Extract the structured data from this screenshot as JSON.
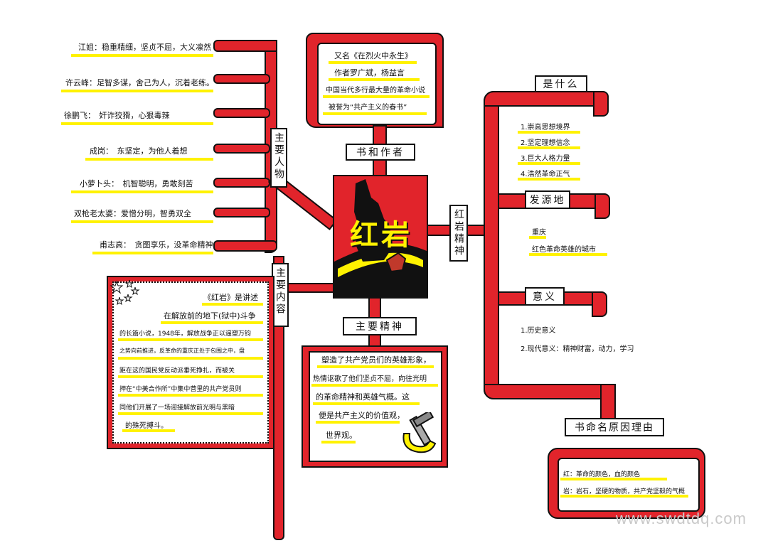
{
  "center": {
    "title": "红岩"
  },
  "left_top": {
    "label": "主要人物",
    "characters": [
      "江姐：稳重精细，坚贞不屈，大义凛然",
      "许云峰：足智多谋，舍己为人，沉着老练。",
      "徐鹏飞：　奸诈狡猾，心狠毒辣",
      "成岗：　东坚定，为他人着想",
      "小萝卜头：　机智聪明，勇敢刻苦",
      "双枪老太婆：爱憎分明，智勇双全",
      "甫志高：　贪图享乐，没革命精神"
    ]
  },
  "top": {
    "label": "书和作者",
    "lines": [
      "又名《在烈火中永生》",
      "作者罗广斌，杨益言",
      "中国当代多行最大量的革命小说",
      "被誉为“共产主义的春书”"
    ]
  },
  "left_bottom": {
    "label": "主要内容",
    "lines": [
      "《红岩》是讲述",
      "在解放前的地下(狱中)斗争",
      "的长篇小说，1948年，解放战争正以逼塑万钧",
      "之势向前推进，反革命的重庆正处于包围之中，盘",
      "距在这的国民党反动派垂死挣扎，而被关",
      "押在“中美合作所”中集中营里的共产党员则",
      "同他们开展了一场迎接解放前光明与黑暗",
      "的殊死搏斗。"
    ]
  },
  "bottom": {
    "label": "主要精神",
    "lines": [
      "塑造了共产党员们的英雄形象，",
      "热情讴歌了他们坚贞不屈，向往光明",
      "的革命精神和英雄气概。这",
      "便是共产主义的价值观，",
      "世界观。"
    ]
  },
  "right": {
    "label": "红岩精神",
    "what": {
      "label": "是什么",
      "items": [
        "1.崇高思想境界",
        "2.坚定理想信念",
        "3.巨大人格力量",
        "4.浩然革命正气"
      ]
    },
    "origin": {
      "label": "发源地",
      "items": [
        "重庆",
        "红色革命英雄的城市"
      ]
    },
    "meaning": {
      "label": "意义",
      "items": [
        "1.历史意义",
        "2.现代意义：精神财富，动力，学习"
      ]
    },
    "naming": {
      "label": "书命名原因理由",
      "items": [
        "红：革命的颜色，血的颜色",
        "岩：岩石，坚硬的物质，共产党坚毅的气概"
      ]
    }
  },
  "watermark": "www.swdtdq.com",
  "colors": {
    "red": "#e1242b",
    "black": "#111111",
    "yellow": "#fff200"
  }
}
